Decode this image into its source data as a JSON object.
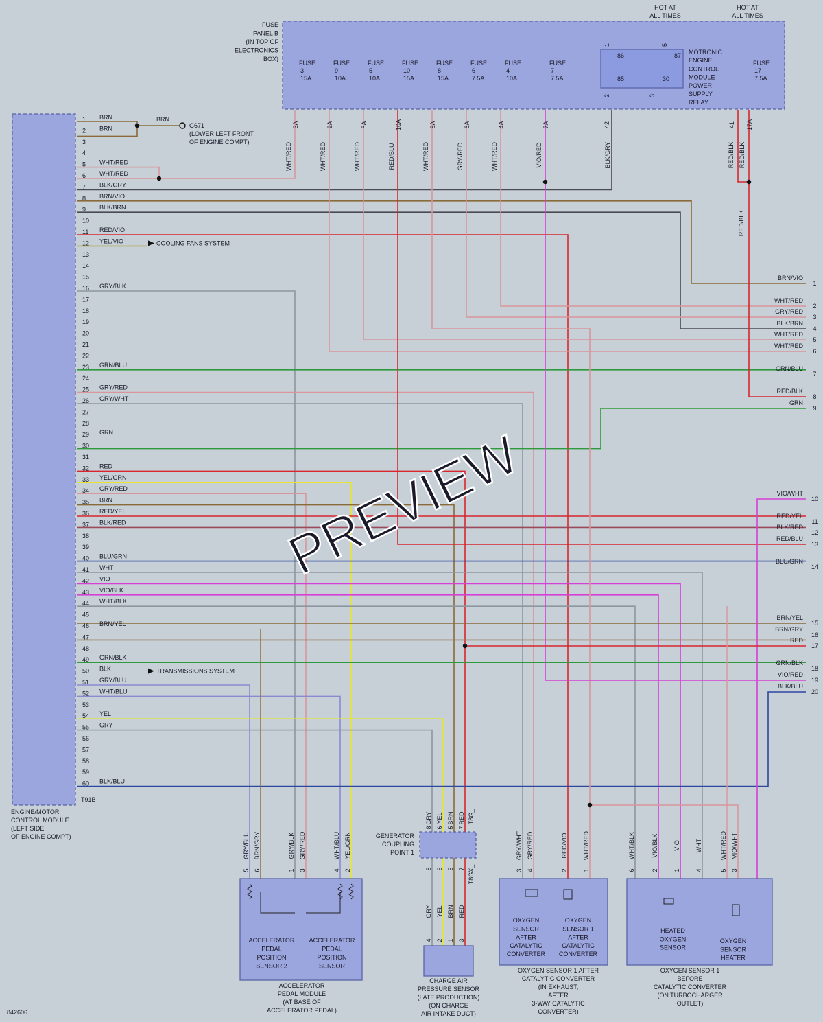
{
  "ecm": {
    "connector": "T91B",
    "label": [
      "ENGINE/MOTOR",
      "CONTROL MODULE",
      "(LEFT SIDE",
      "OF ENGINE COMPT)"
    ]
  },
  "fuse_panel": {
    "label": [
      "FUSE",
      "PANEL B",
      "(IN TOP OF",
      "ELECTRONICS",
      "BOX)"
    ],
    "hot_labels": [
      [
        "HOT AT",
        "ALL TIMES"
      ],
      [
        "HOT AT",
        "ALL TIMES"
      ]
    ],
    "fuses": [
      {
        "name": "FUSE",
        "num": "3",
        "amp": "15A",
        "term": "3A"
      },
      {
        "name": "FUSE",
        "num": "9",
        "amp": "10A",
        "term": "9A"
      },
      {
        "name": "FUSE",
        "num": "5",
        "amp": "10A",
        "term": "5A"
      },
      {
        "name": "FUSE",
        "num": "10",
        "amp": "15A",
        "term": "10A"
      },
      {
        "name": "FUSE",
        "num": "8",
        "amp": "15A",
        "term": "8A"
      },
      {
        "name": "FUSE",
        "num": "6",
        "amp": "7.5A",
        "term": "6A"
      },
      {
        "name": "FUSE",
        "num": "4",
        "amp": "10A",
        "term": "4A"
      },
      {
        "name": "FUSE",
        "num": "7",
        "amp": "7.5A",
        "term": "7A"
      },
      {
        "name": "FUSE",
        "num": "17",
        "amp": "7.5A",
        "term": "17A"
      }
    ],
    "relay": {
      "label": [
        "MOTRONIC",
        "ENGINE",
        "CONTROL",
        "MODULE",
        "POWER",
        "SUPPLY",
        "RELAY"
      ],
      "terms": [
        "86",
        "87",
        "85",
        "30"
      ],
      "pins": [
        "1",
        "5",
        "2",
        "3"
      ],
      "out_terms": [
        "42",
        "41"
      ]
    }
  },
  "ground": {
    "name": "G671",
    "desc": [
      "(LOWER LEFT FRONT",
      "OF ENGINE COMPT)"
    ],
    "wire": "BRN"
  },
  "ecm_pins": [
    {
      "n": "1",
      "c": "BRN"
    },
    {
      "n": "2",
      "c": "BRN"
    },
    {
      "n": "3",
      "c": ""
    },
    {
      "n": "4",
      "c": ""
    },
    {
      "n": "5",
      "c": "WHT/RED"
    },
    {
      "n": "6",
      "c": "WHT/RED"
    },
    {
      "n": "7",
      "c": "BLK/GRY"
    },
    {
      "n": "8",
      "c": "BRN/VIO"
    },
    {
      "n": "9",
      "c": "BLK/BRN"
    },
    {
      "n": "10",
      "c": ""
    },
    {
      "n": "11",
      "c": "RED/VIO"
    },
    {
      "n": "12",
      "c": "YEL/VIO"
    },
    {
      "n": "13",
      "c": ""
    },
    {
      "n": "14",
      "c": ""
    },
    {
      "n": "15",
      "c": ""
    },
    {
      "n": "16",
      "c": "GRY/BLK"
    },
    {
      "n": "17",
      "c": ""
    },
    {
      "n": "18",
      "c": ""
    },
    {
      "n": "19",
      "c": ""
    },
    {
      "n": "20",
      "c": ""
    },
    {
      "n": "21",
      "c": ""
    },
    {
      "n": "22",
      "c": ""
    },
    {
      "n": "23",
      "c": "GRN/BLU"
    },
    {
      "n": "24",
      "c": ""
    },
    {
      "n": "25",
      "c": "GRY/RED"
    },
    {
      "n": "26",
      "c": "GRY/WHT"
    },
    {
      "n": "27",
      "c": ""
    },
    {
      "n": "28",
      "c": ""
    },
    {
      "n": "29",
      "c": "GRN"
    },
    {
      "n": "30",
      "c": ""
    },
    {
      "n": "31",
      "c": ""
    },
    {
      "n": "32",
      "c": "RED"
    },
    {
      "n": "33",
      "c": "YEL/GRN"
    },
    {
      "n": "34",
      "c": "GRY/RED"
    },
    {
      "n": "35",
      "c": "BRN"
    },
    {
      "n": "36",
      "c": "RED/YEL"
    },
    {
      "n": "37",
      "c": "BLK/RED"
    },
    {
      "n": "38",
      "c": ""
    },
    {
      "n": "39",
      "c": ""
    },
    {
      "n": "40",
      "c": "BLU/GRN"
    },
    {
      "n": "41",
      "c": "WHT"
    },
    {
      "n": "42",
      "c": "VIO"
    },
    {
      "n": "43",
      "c": "VIO/BLK"
    },
    {
      "n": "44",
      "c": "WHT/BLK"
    },
    {
      "n": "45",
      "c": ""
    },
    {
      "n": "46",
      "c": "BRN/YEL"
    },
    {
      "n": "47",
      "c": ""
    },
    {
      "n": "48",
      "c": ""
    },
    {
      "n": "49",
      "c": "GRN/BLK"
    },
    {
      "n": "50",
      "c": "BLK"
    },
    {
      "n": "51",
      "c": "GRY/BLU"
    },
    {
      "n": "52",
      "c": "WHT/BLU"
    },
    {
      "n": "53",
      "c": ""
    },
    {
      "n": "54",
      "c": "YEL"
    },
    {
      "n": "55",
      "c": "GRY"
    },
    {
      "n": "56",
      "c": ""
    },
    {
      "n": "57",
      "c": ""
    },
    {
      "n": "58",
      "c": ""
    },
    {
      "n": "59",
      "c": ""
    },
    {
      "n": "60",
      "c": "BLK/BLU"
    }
  ],
  "arrows": [
    {
      "pin": "12",
      "text": "COOLING FANS SYSTEM"
    },
    {
      "pin": "50",
      "text": "TRANSMISSIONS SYSTEM"
    }
  ],
  "vertical_labels": [
    "WHT/RED",
    "WHT/RED",
    "WHT/RED",
    "RED/BLU",
    "WHT/RED",
    "GRY/RED",
    "WHT/RED",
    "VIO/RED",
    "BLK/GRY",
    "RED/BLK",
    "RED/BLK",
    "RED/BLK"
  ],
  "right_refs": [
    {
      "n": "1",
      "c": "BRN/VIO"
    },
    {
      "n": "2",
      "c": "WHT/RED"
    },
    {
      "n": "3",
      "c": "GRY/RED"
    },
    {
      "n": "4",
      "c": "BLK/BRN"
    },
    {
      "n": "5",
      "c": "WHT/RED"
    },
    {
      "n": "6",
      "c": "WHT/RED"
    },
    {
      "n": "7",
      "c": "GRN/BLU"
    },
    {
      "n": "8",
      "c": "RED/BLK"
    },
    {
      "n": "9",
      "c": "GRN"
    },
    {
      "n": "10",
      "c": "VIO/WHT"
    },
    {
      "n": "11",
      "c": "RED/YEL"
    },
    {
      "n": "12",
      "c": "BLK/RED"
    },
    {
      "n": "13",
      "c": "RED/BLU"
    },
    {
      "n": "14",
      "c": "BLU/GRN"
    },
    {
      "n": "15",
      "c": "BRN/YEL"
    },
    {
      "n": "16",
      "c": "BRN/GRY"
    },
    {
      "n": "17",
      "c": "RED"
    },
    {
      "n": "18",
      "c": "GRN/BLK"
    },
    {
      "n": "19",
      "c": "VIO/RED"
    },
    {
      "n": "20",
      "c": "BLK/BLU"
    }
  ],
  "generator": {
    "label": [
      "GENERATOR",
      "COUPLING",
      "POINT 1"
    ],
    "conn_top": "T8G_",
    "conn_bottom": "T8GX_",
    "top_wires": [
      {
        "c": "GRY",
        "p": "8"
      },
      {
        "c": "YEL",
        "p": "6"
      },
      {
        "c": "BRN",
        "p": "5"
      },
      {
        "c": "RED",
        "p": "7"
      }
    ],
    "bot_wires": [
      {
        "c": "GRY",
        "p": "8",
        "p2": "4"
      },
      {
        "c": "YEL",
        "p": "6",
        "p2": "2"
      },
      {
        "c": "BRN",
        "p": "5",
        "p2": "1"
      },
      {
        "c": "RED",
        "p": "7",
        "p2": "3"
      }
    ]
  },
  "accel": {
    "wires": [
      {
        "c": "GRY/BLU",
        "p": "5"
      },
      {
        "c": "BRN/GRY",
        "p": "6"
      },
      {
        "c": "GRY/BLK",
        "p": "1"
      },
      {
        "c": "GRY/RED",
        "p": "3"
      },
      {
        "c": "WHT/BLU",
        "p": "4"
      },
      {
        "c": "YEL/GRN",
        "p": "2"
      }
    ],
    "sensor2": [
      "ACCELERATOR",
      "PEDAL",
      "POSITION",
      "SENSOR 2"
    ],
    "sensor1": [
      "ACCELERATOR",
      "PEDAL",
      "POSITION",
      "SENSOR"
    ],
    "label": [
      "ACCELERATOR",
      "PEDAL MODULE",
      "(AT BASE OF",
      "ACCELERATOR PEDAL)"
    ]
  },
  "charge_air": {
    "label": [
      "CHARGE AIR",
      "PRESSURE SENSOR",
      "(LATE PRODUCTION)",
      "(ON CHARGE",
      "AIR INTAKE DUCT)"
    ]
  },
  "o2_after": {
    "wires": [
      {
        "c": "GRY/WHT",
        "p": "3"
      },
      {
        "c": "GRY/RED",
        "p": "4"
      },
      {
        "c": "RED/VIO",
        "p": "2"
      },
      {
        "c": "WHT/RED",
        "p": "1"
      }
    ],
    "left": [
      "OXYGEN",
      "SENSOR",
      "AFTER",
      "CATALYTIC",
      "CONVERTER"
    ],
    "right": [
      "OXYGEN",
      "SENSOR 1",
      "AFTER",
      "CATALYTIC",
      "CONVERTER"
    ],
    "label": [
      "OXYGEN SENSOR 1 AFTER",
      "CATALYTIC CONVERTER",
      "(IN EXHAUST,",
      "AFTER",
      "3-WAY CATALYTIC",
      "CONVERTER)"
    ]
  },
  "o2_before": {
    "wires": [
      {
        "c": "WHT/BLK",
        "p": "6"
      },
      {
        "c": "VIO/BLK",
        "p": "2"
      },
      {
        "c": "VIO",
        "p": "1"
      },
      {
        "c": "WHT",
        "p": "4"
      },
      {
        "c": "WHT/RED",
        "p": "5"
      },
      {
        "c": "VIO/WHT",
        "p": "3"
      }
    ],
    "heated": [
      "HEATED",
      "OXYGEN",
      "SENSOR"
    ],
    "heater": [
      "OXYGEN",
      "SENSOR",
      "HEATER"
    ],
    "label": [
      "OXYGEN SENSOR 1",
      "BEFORE",
      "CATALYTIC CONVERTER",
      "(ON TURBOCHARGER",
      "OUTLET)"
    ]
  },
  "figure_id": "842606",
  "watermark": "PREVIEW",
  "colors": {
    "background": "#c6d0d6",
    "box_fill": "#9ca6de",
    "box_stroke": "#5a64a8",
    "wire_red": "#d8262e",
    "wire_green": "#2e9a3c",
    "wire_blue": "#2d46a0",
    "wire_violet": "#d640d6",
    "wire_yellow": "#e6e632",
    "wire_gray": "#8e96a0",
    "wire_pink": "#d8969c",
    "wire_brown": "#8a6a3a"
  }
}
